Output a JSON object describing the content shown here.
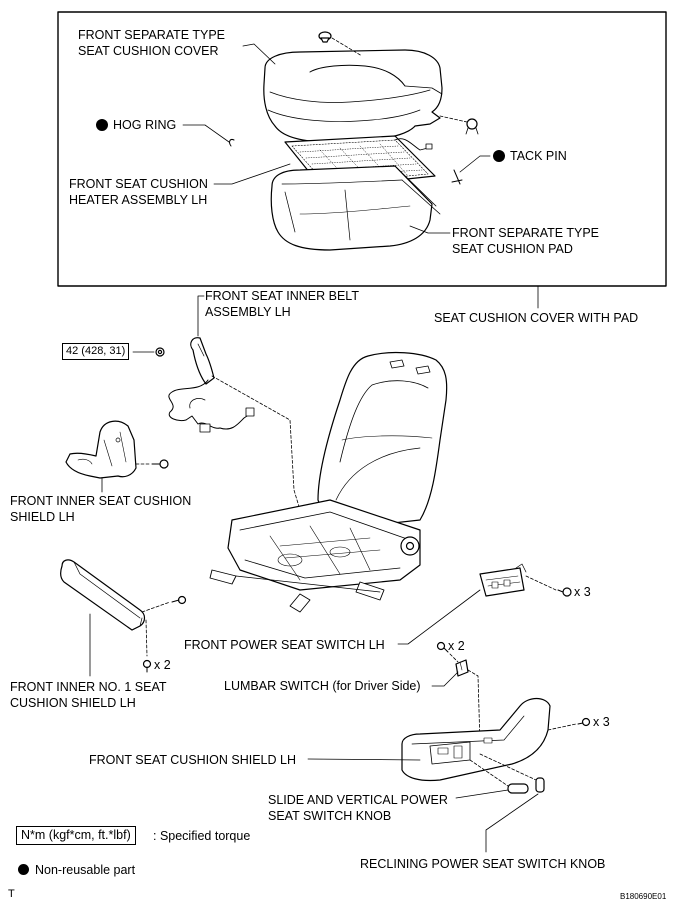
{
  "labels": {
    "cushion_cover": [
      "FRONT SEPARATE TYPE",
      "SEAT CUSHION COVER"
    ],
    "hog_ring": "HOG RING",
    "tack_pin": "TACK PIN",
    "heater": [
      "FRONT SEAT CUSHION",
      "HEATER ASSEMBLY LH"
    ],
    "cushion_pad": [
      "FRONT SEPARATE TYPE",
      "SEAT CUSHION PAD"
    ],
    "cover_with_pad": "SEAT CUSHION COVER WITH PAD",
    "inner_belt": [
      "FRONT SEAT INNER BELT",
      "ASSEMBLY LH"
    ],
    "torque_value": "42 (428, 31)",
    "inner_shield": [
      "FRONT INNER SEAT CUSHION",
      "SHIELD LH"
    ],
    "power_switch": "FRONT POWER SEAT SWITCH LH",
    "count_x3_a": "x 3",
    "count_x2_a": "x 2",
    "count_x2_b": "x 2",
    "count_x3_b": "x 3",
    "inner_no1_shield": [
      "FRONT INNER NO. 1 SEAT",
      "CUSHION SHIELD LH"
    ],
    "lumbar_switch": "LUMBAR SWITCH (for Driver Side)",
    "cushion_shield": "FRONT SEAT CUSHION SHIELD LH",
    "slide_knob": [
      "SLIDE AND VERTICAL POWER",
      "SEAT SWITCH KNOB"
    ],
    "reclining_knob": "RECLINING POWER SEAT SWITCH KNOB"
  },
  "legend": {
    "torque_unit": "N*m (kgf*cm, ft.*lbf)",
    "torque_desc": ": Specified torque",
    "nonreusable": "Non-reusable part"
  },
  "footer": {
    "left_mark": "T",
    "figure_id": "B180690E01"
  }
}
